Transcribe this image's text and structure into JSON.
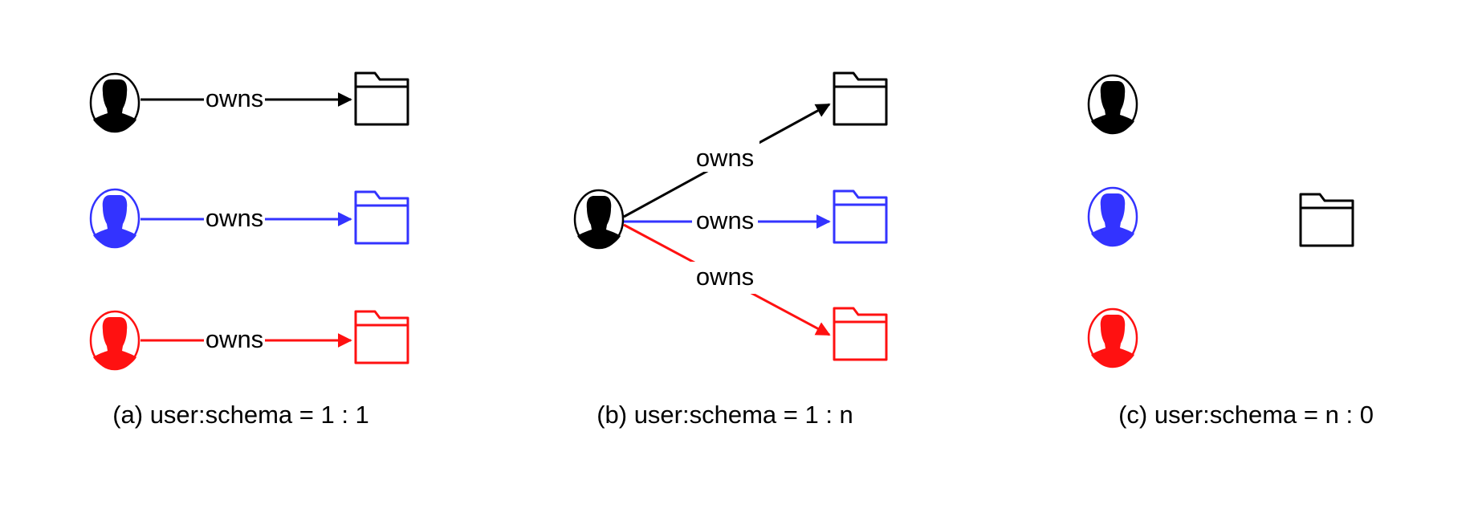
{
  "colors": {
    "black": "#000000",
    "blue": "#3333ff",
    "red": "#ff1111"
  },
  "panels": [
    {
      "id": "a",
      "caption": "(a) user:schema = 1 : 1",
      "users": [
        "black",
        "blue",
        "red"
      ],
      "schemas": [
        "black",
        "blue",
        "red"
      ],
      "edges": [
        {
          "from": 0,
          "to": 0,
          "color": "black",
          "label": "owns"
        },
        {
          "from": 1,
          "to": 1,
          "color": "blue",
          "label": "owns"
        },
        {
          "from": 2,
          "to": 2,
          "color": "red",
          "label": "owns"
        }
      ]
    },
    {
      "id": "b",
      "caption": "(b) user:schema = 1 : n",
      "users": [
        "black"
      ],
      "schemas": [
        "black",
        "blue",
        "red"
      ],
      "edges": [
        {
          "from": 0,
          "to": 0,
          "color": "black",
          "label": "owns"
        },
        {
          "from": 0,
          "to": 1,
          "color": "blue",
          "label": "owns"
        },
        {
          "from": 0,
          "to": 2,
          "color": "red",
          "label": "owns"
        }
      ]
    },
    {
      "id": "c",
      "caption": "(c) user:schema = n : 0",
      "users": [
        "black",
        "blue",
        "red"
      ],
      "schemas": [
        "black"
      ],
      "edges": []
    }
  ],
  "icons": {
    "user": "user-silhouette-icon",
    "schema": "folder-icon"
  }
}
